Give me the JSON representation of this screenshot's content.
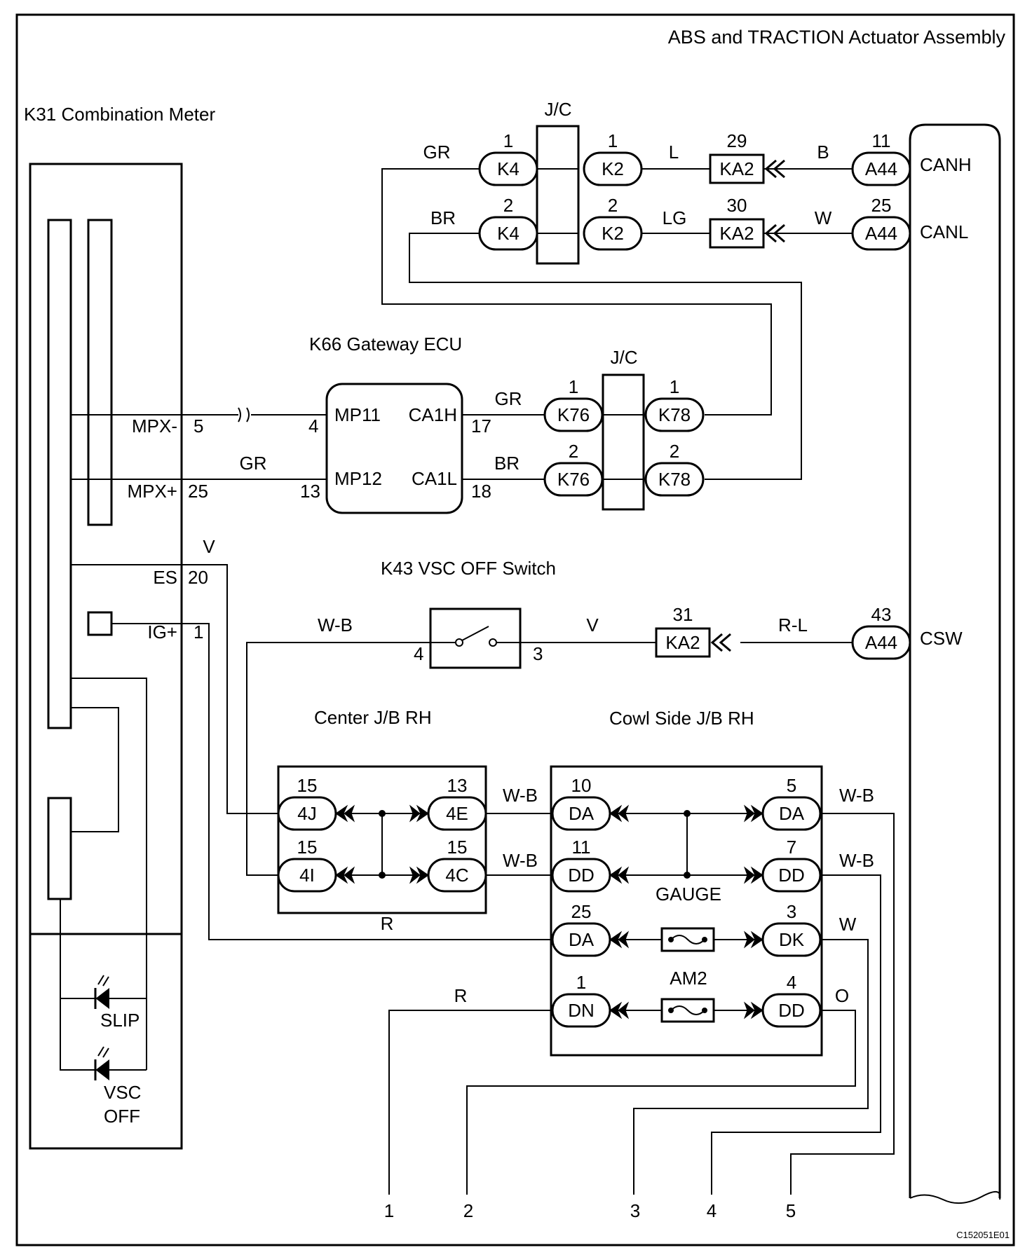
{
  "diagram_id": "C152051E01",
  "components": {
    "abs_actuator": {
      "title": "ABS and TRACTION Actuator Assembly",
      "pins": {
        "canh": "CANH",
        "canl": "CANL",
        "csw": "CSW"
      }
    },
    "combination_meter": {
      "title": "K31 Combination Meter",
      "pins": {
        "mpx_minus": "MPX-",
        "mpx_plus": "MPX+",
        "es": "ES",
        "ig_plus": "IG+"
      },
      "pin_numbers": {
        "mpx_minus": "5",
        "mpx_plus": "25",
        "es": "20",
        "ig_plus": "1"
      },
      "indicators": {
        "slip": "SLIP",
        "vsc_off_line1": "VSC",
        "vsc_off_line2": "OFF"
      }
    },
    "gateway_ecu": {
      "title": "K66 Gateway ECU",
      "pins": {
        "mp11": "MP11",
        "mp12": "MP12",
        "ca1h": "CA1H",
        "ca1l": "CA1L"
      },
      "pin_numbers": {
        "mp11": "4",
        "mp12": "13",
        "ca1h": "17",
        "ca1l": "18"
      }
    },
    "vsc_switch": {
      "title": "K43 VSC OFF Switch",
      "pin_left": "4",
      "pin_right": "3"
    },
    "center_jb": {
      "title": "Center J/B RH"
    },
    "cowl_jb": {
      "title": "Cowl Side J/B RH",
      "gauge_label": "GAUGE",
      "fuse_am2": "AM2"
    },
    "jc_label": "J/C"
  },
  "connectors": {
    "k4_top": {
      "name": "K4",
      "pin": "1"
    },
    "k2_top": {
      "name": "K2",
      "pin": "1"
    },
    "ka2_top": {
      "name": "KA2",
      "pin": "29"
    },
    "a44_top": {
      "name": "A44",
      "pin": "11"
    },
    "k4_bot": {
      "name": "K4",
      "pin": "2"
    },
    "k2_bot": {
      "name": "K2",
      "pin": "2"
    },
    "ka2_bot": {
      "name": "KA2",
      "pin": "30"
    },
    "a44_bot": {
      "name": "A44",
      "pin": "25"
    },
    "k76_top": {
      "name": "K76",
      "pin": "1"
    },
    "k78_top": {
      "name": "K78",
      "pin": "1"
    },
    "k76_bot": {
      "name": "K76",
      "pin": "2"
    },
    "k78_bot": {
      "name": "K78",
      "pin": "2"
    },
    "ka2_csw": {
      "name": "KA2",
      "pin": "31"
    },
    "a44_csw": {
      "name": "A44",
      "pin": "43"
    },
    "c4j": {
      "name": "4J",
      "pin": "15"
    },
    "c4e": {
      "name": "4E",
      "pin": "13"
    },
    "c4i": {
      "name": "4I",
      "pin": "15"
    },
    "c4c": {
      "name": "4C",
      "pin": "15"
    },
    "da10": {
      "name": "DA",
      "pin": "10"
    },
    "da5": {
      "name": "DA",
      "pin": "5"
    },
    "dd11": {
      "name": "DD",
      "pin": "11"
    },
    "dd7": {
      "name": "DD",
      "pin": "7"
    },
    "da25": {
      "name": "DA",
      "pin": "25"
    },
    "dk3": {
      "name": "DK",
      "pin": "3"
    },
    "dn1": {
      "name": "DN",
      "pin": "1"
    },
    "dd4": {
      "name": "DD",
      "pin": "4"
    }
  },
  "wires": {
    "gr_top": "GR",
    "l": "L",
    "b": "B",
    "br_top": "BR",
    "lg": "LG",
    "w_top": "W",
    "gr_gw": "GR",
    "br_gw": "BR",
    "gr_mpx": "GR",
    "v_es": "V",
    "wb_sw": "W-B",
    "v_sw": "V",
    "rl": "R-L",
    "wb_4e": "W-B",
    "wb_4c": "W-B",
    "wb_da5": "W-B",
    "wb_dd7": "W-B",
    "w_dk3": "W",
    "o_dd4": "O",
    "r_ig": "R",
    "r_dn": "R"
  },
  "terminals": [
    "1",
    "2",
    "3",
    "4",
    "5"
  ]
}
